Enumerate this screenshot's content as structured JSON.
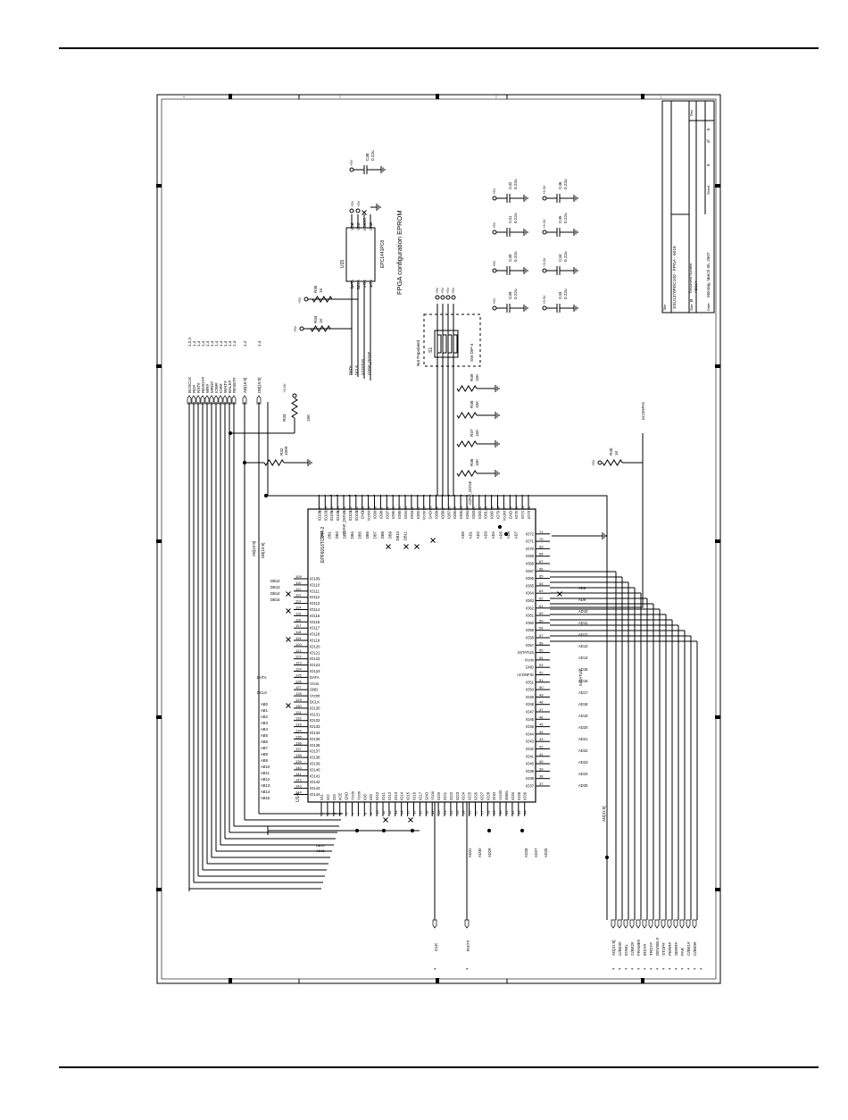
{
  "eprom": {
    "title": "FPGA configuration EPROM",
    "refdes": "U15",
    "part": "EPC1441PC8",
    "left_pins": [
      {
        "num": "1",
        "name": "DATA"
      },
      {
        "num": "2",
        "name": "DCLK"
      },
      {
        "num": "3",
        "name": "OE"
      },
      {
        "num": "4",
        "name": "nCS"
      }
    ],
    "right_pins": [
      {
        "num": "8",
        "name": "VCC"
      },
      {
        "num": "7",
        "name": "VCC"
      },
      {
        "num": "6",
        "name": "nCASC"
      },
      {
        "num": "5",
        "name": "GND"
      }
    ],
    "nets": [
      "DATA",
      "DCLK",
      "nSTATUS",
      "CONF_DONE"
    ]
  },
  "fpga": {
    "refdes": "U14",
    "part": "EPF6016TC144-2",
    "side_left": [
      "IO1",
      "IO2",
      "IO3",
      "nCE",
      "GND",
      "Vccio",
      "Vccio",
      "IO8",
      "IO9",
      "IO10",
      "IO11",
      "IO12",
      "IO13",
      "IO14",
      "IO15",
      "IO16",
      "IO17",
      "GND",
      "Vccio",
      "IO20",
      "IO21",
      "IO22",
      "IO23",
      "IO24",
      "IO25",
      "IO26",
      "IO27",
      "IO28",
      "GND",
      "Vccint",
      "MSEL",
      "IO34",
      "IO35",
      "IO36"
    ],
    "side_bottom": [
      "IO37",
      "IO38",
      "IO39",
      "IO40",
      "IO41",
      "IO42",
      "IO43",
      "IO44",
      "IO45",
      "IO46",
      "IO47",
      "IO48",
      "IO49",
      "IO50",
      "IO51",
      "nCONFIG",
      "GND",
      "Vccio",
      "nSTATUS",
      "IO57",
      "IO58",
      "IO59",
      "IO60",
      "IO61",
      "IO62",
      "IO63",
      "IO64",
      "IO65",
      "IO66",
      "IO67",
      "IO68",
      "IO69",
      "IO70",
      "IO71",
      "IO72"
    ],
    "side_right": [
      "IO73",
      "IO74",
      "IO75",
      "GND",
      "Vccint",
      "IO79",
      "IO80",
      "IO81",
      "IO82",
      "IO83",
      "IO84",
      "IO85",
      "IO86",
      "IO87",
      "IO88",
      "IO89",
      "GND",
      "Vccio",
      "IO92",
      "IO93",
      "IO94",
      "IO95",
      "IO96",
      "IO97",
      "IO98",
      "IO99",
      "Vccint",
      "GND",
      "IO102",
      "IO103",
      "CONF_DONE",
      "IO105",
      "IO106",
      "IO107",
      "IO108"
    ],
    "side_top": [
      "IO109",
      "IO110",
      "IO111",
      "IO112",
      "IO113",
      "IO114",
      "IO115",
      "IO116",
      "IO117",
      "IO118",
      "IO119",
      "IO120",
      "IO121",
      "IO122",
      "IO123",
      "IO124",
      "DATA",
      "Vccio",
      "GND",
      "Vccint",
      "DCLK",
      "IO130",
      "IO131",
      "IO132",
      "IO133",
      "IO134",
      "IO135",
      "IO136",
      "IO137",
      "IO138",
      "IO139",
      "IO140",
      "IO141",
      "IO142",
      "IO143",
      "IO144"
    ],
    "bus_labels": [
      "AB[15:0]",
      "DB[15:0]"
    ]
  },
  "bus_signals": [
    "BUSCLK",
    "RD#",
    "RST#",
    "READY#",
    "WR#",
    "MRD#",
    "IOW#",
    "IOR#",
    "WAIT#",
    "BALE#",
    "RESET#",
    "AB[15:0]",
    "DB[15:0]"
  ],
  "bus_pages": [
    "1,2,4",
    "1,4",
    "1,4",
    "1,4",
    "1,4",
    "1,4",
    "1,4",
    "1,4",
    "1,4",
    "1,4",
    "1,4",
    "1,4",
    "1,4"
  ],
  "resistors": [
    {
      "ref": "R35",
      "value": "1K"
    },
    {
      "ref": "R34",
      "value": "1K"
    },
    {
      "ref": "R33",
      "value": "15K"
    },
    {
      "ref": "R32",
      "value": "100K"
    },
    {
      "ref": "R39",
      "value": "15K"
    },
    {
      "ref": "R38",
      "value": "15K"
    },
    {
      "ref": "R37",
      "value": "15K"
    },
    {
      "ref": "R36",
      "value": "15K"
    },
    {
      "ref": "R40",
      "value": "1K"
    }
  ],
  "dip": {
    "ref": "S1",
    "part": "SW DIP-4",
    "note": "Not Populated"
  },
  "capacitors": [
    {
      "ref": "C38",
      "value": "0.22u",
      "rail": "+5V"
    },
    {
      "ref": "C39",
      "value": "0.22u",
      "rail": "+5V"
    },
    {
      "ref": "C40",
      "value": "0.22u",
      "rail": "+5V"
    },
    {
      "ref": "C41",
      "value": "0.22u",
      "rail": "+5V"
    },
    {
      "ref": "C42",
      "value": "0.22u",
      "rail": "+5V"
    },
    {
      "ref": "C43",
      "value": "0.22u",
      "rail": "+3.3V"
    },
    {
      "ref": "C44",
      "value": "0.22u",
      "rail": "+3.3V"
    },
    {
      "ref": "C45",
      "value": "0.22u",
      "rail": "+3.3V"
    },
    {
      "ref": "C46",
      "value": "0.22u",
      "rail": "+3.3V"
    }
  ],
  "rails": {
    "v5": "+5V",
    "v33": "+3.3V"
  },
  "nets": {
    "nconfig": "nCONFIG",
    "clk": "CLK",
    "rst": "RST#",
    "ad_bus": "AD[31:0]",
    "data": "DATA",
    "dclk": "DCLK",
    "nstatus": "nSTATUS",
    "conf_done": "CONF_DONE"
  },
  "pci_signals": [
    "AD[31:0]",
    "C/BE3#",
    "IDSEL",
    "C/BE2#",
    "FRAME#",
    "IRDY#",
    "TRDY#",
    "DEVSEL#",
    "STOP#",
    "PERR#",
    "SERR#",
    "PAR",
    "C/BE1#",
    "C/BE0#"
  ],
  "ad_left": [
    "AD31",
    "AD30",
    "AD29",
    "AD28",
    "AD27",
    "AD26"
  ],
  "ad_right_top": [
    "AD0",
    "AD1",
    "AD2",
    "AD3",
    "AD4",
    "AD5",
    "AD6",
    "AD7"
  ],
  "ad_right_side": [
    "AD8",
    "AD9",
    "AD10",
    "AD11",
    "AD12",
    "AD13",
    "AD14",
    "AD15",
    "AD16",
    "AD17",
    "AD18",
    "AD19",
    "AD20",
    "AD21",
    "AD22",
    "AD23",
    "AD24",
    "AD25"
  ],
  "db_labels": [
    "DB0",
    "DB1",
    "DB2",
    "DB3",
    "DB4",
    "DB5",
    "DB6",
    "DB7",
    "DB8",
    "DB9",
    "DB10",
    "DB11",
    "DB12",
    "DB13",
    "DB14",
    "DB15"
  ],
  "ab_labels": [
    "AB0",
    "AB1",
    "AB2",
    "AB3",
    "AB4",
    "AB5",
    "AB6",
    "AB7",
    "AB8",
    "AB9",
    "AB10",
    "AB11",
    "AB12",
    "AB13",
    "AB14",
    "AB15"
  ],
  "title_block": {
    "title_label": "Title",
    "title": "SSU1370PDC100 - FPGA - 6016",
    "size_label": "Size",
    "size": "B",
    "doc_label": "Document Number",
    "doc": "<Doc>",
    "rev_label": "Rev",
    "date_label": "Date:",
    "date": "Monday, March 05, 2007",
    "sheet_label": "Sheet",
    "sheet": "6",
    "of_label": "of",
    "total": "6"
  },
  "border": {
    "col_marks": [
      "4",
      "3",
      "2",
      "1"
    ],
    "row_marks": [
      "A",
      "B",
      "C",
      "D"
    ]
  },
  "offpage_refs": [
    "4",
    "4",
    "4",
    "4",
    "4",
    "4",
    "4",
    "4",
    "4",
    "4",
    "4",
    "4",
    "4",
    "4",
    "4",
    "4",
    "4"
  ]
}
